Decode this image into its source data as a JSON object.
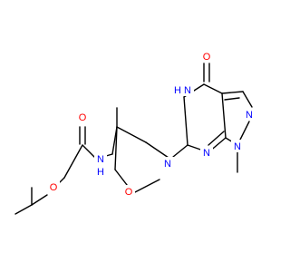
{
  "colors": {
    "bond": "#000000",
    "oxygen": "#ff0000",
    "nitrogen": "#0000ff",
    "background": "#ffffff"
  },
  "atoms": {
    "o_carbonyl": "O",
    "n_amide": "N",
    "h_amide": "H",
    "o_ether": "O",
    "o_morpholine": "O",
    "n_morpholine": "N",
    "o_keto": "O",
    "nh_ring": "N",
    "h_ring": "H",
    "n_pyrimidine": "N",
    "n1_pyrazole": "N",
    "n2_pyrazole": "N"
  }
}
